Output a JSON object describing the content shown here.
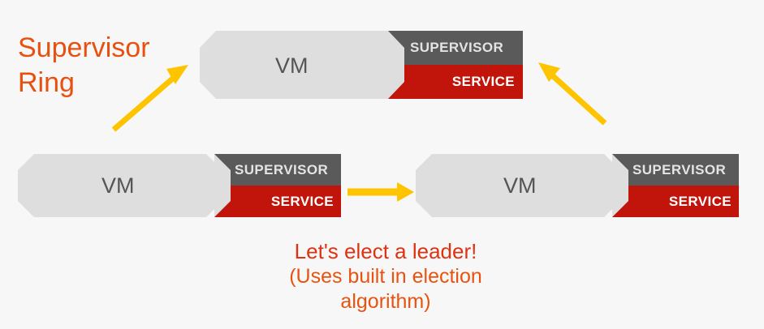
{
  "diagram": {
    "background_color": "#f7f7f7",
    "heading": {
      "text": "Supervisor\nRing",
      "color": "#e8500f"
    },
    "caption": {
      "line1": "Let's elect a leader!",
      "line2": "(Uses built in election",
      "line3": "algorithm)",
      "line1_color": "#de3312",
      "sub_color": "#e8530f"
    },
    "colors": {
      "vm_body": "#dedede",
      "vm_label": "#555555",
      "supervisor_bar": "#5a5a5a",
      "supervisor_text": "#e4e4e4",
      "service_bar": "#c1150b",
      "service_text": "#ffffff",
      "arrow": "#ffc400"
    },
    "nodes": [
      {
        "id": "vm-top",
        "vm_label": "VM",
        "supervisor_label": "SUPERVISOR",
        "service_label": "SERVICE"
      },
      {
        "id": "vm-left",
        "vm_label": "VM",
        "supervisor_label": "SUPERVISOR",
        "service_label": "SERVICE"
      },
      {
        "id": "vm-right",
        "vm_label": "VM",
        "supervisor_label": "SUPERVISOR",
        "service_label": "SERVICE"
      }
    ],
    "arrows": [
      {
        "id": "arrow-left-to-top",
        "direction": "up-right"
      },
      {
        "id": "arrow-right-to-top",
        "direction": "up-left"
      },
      {
        "id": "arrow-left-to-right",
        "direction": "right"
      }
    ]
  }
}
